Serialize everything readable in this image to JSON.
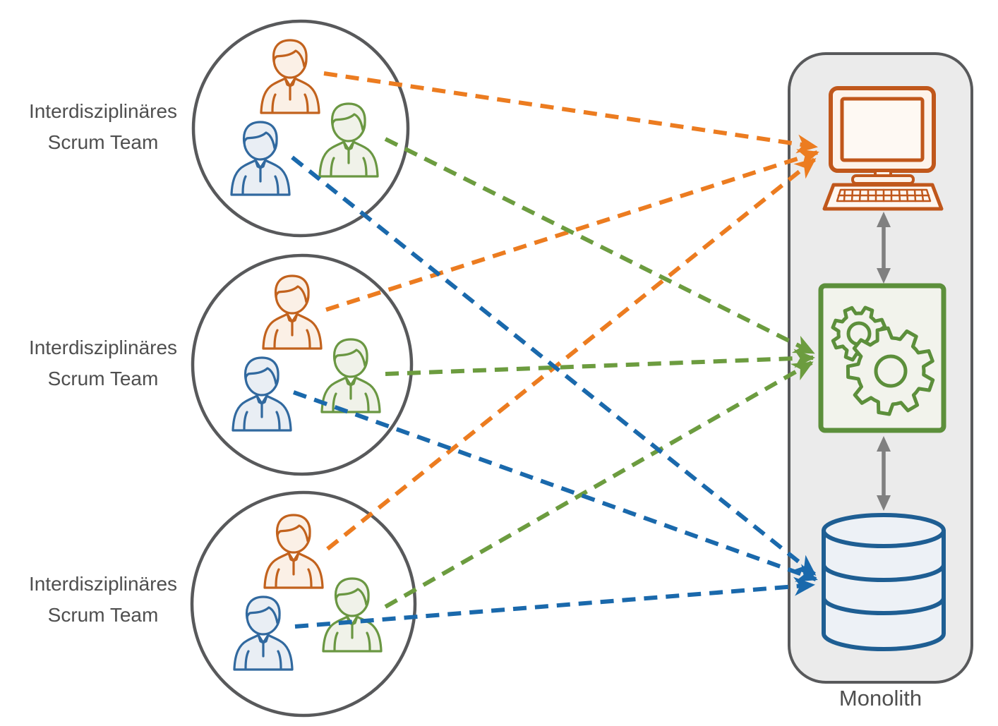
{
  "teams": [
    {
      "label": "Interdisziplinäres Scrum Team"
    },
    {
      "label": "Interdisziplinäres Scrum Team"
    },
    {
      "label": "Interdisziplinäres Scrum Team"
    }
  ],
  "team_members": [
    "orange person",
    "blue person",
    "green person"
  ],
  "monolith": {
    "label": "Monolith",
    "components": [
      "desktop computer",
      "gears",
      "database"
    ]
  },
  "connections": [
    {
      "from": "team 1 orange person",
      "to": "desktop computer",
      "style": "orange dashed arrow"
    },
    {
      "from": "team 2 orange person",
      "to": "desktop computer",
      "style": "orange dashed arrow"
    },
    {
      "from": "team 3 orange person",
      "to": "desktop computer",
      "style": "orange dashed arrow"
    },
    {
      "from": "team 1 green person",
      "to": "gears",
      "style": "green dashed arrow"
    },
    {
      "from": "team 2 green person",
      "to": "gears",
      "style": "green dashed arrow"
    },
    {
      "from": "team 3 green person",
      "to": "gears",
      "style": "green dashed arrow"
    },
    {
      "from": "team 1 blue person",
      "to": "database",
      "style": "blue dashed arrow"
    },
    {
      "from": "team 2 blue person",
      "to": "database",
      "style": "blue dashed arrow"
    },
    {
      "from": "team 3 blue person",
      "to": "database",
      "style": "blue dashed arrow"
    },
    {
      "from": "desktop computer",
      "to": "gears",
      "style": "gray double arrow"
    },
    {
      "from": "gears",
      "to": "database",
      "style": "gray double arrow"
    }
  ],
  "colors": {
    "orange_line": "#EC7C20",
    "green_line": "#6C9C3F",
    "blue_line": "#1A69AC",
    "computer_icon": "#C0571B",
    "gears_icon": "#5C8F3B",
    "database_icon": "#1E5E93",
    "gray": "#58595B",
    "arrow_gray": "#808080",
    "monolith_fill": "#EBEBEB",
    "text": "#4F4F4F"
  }
}
